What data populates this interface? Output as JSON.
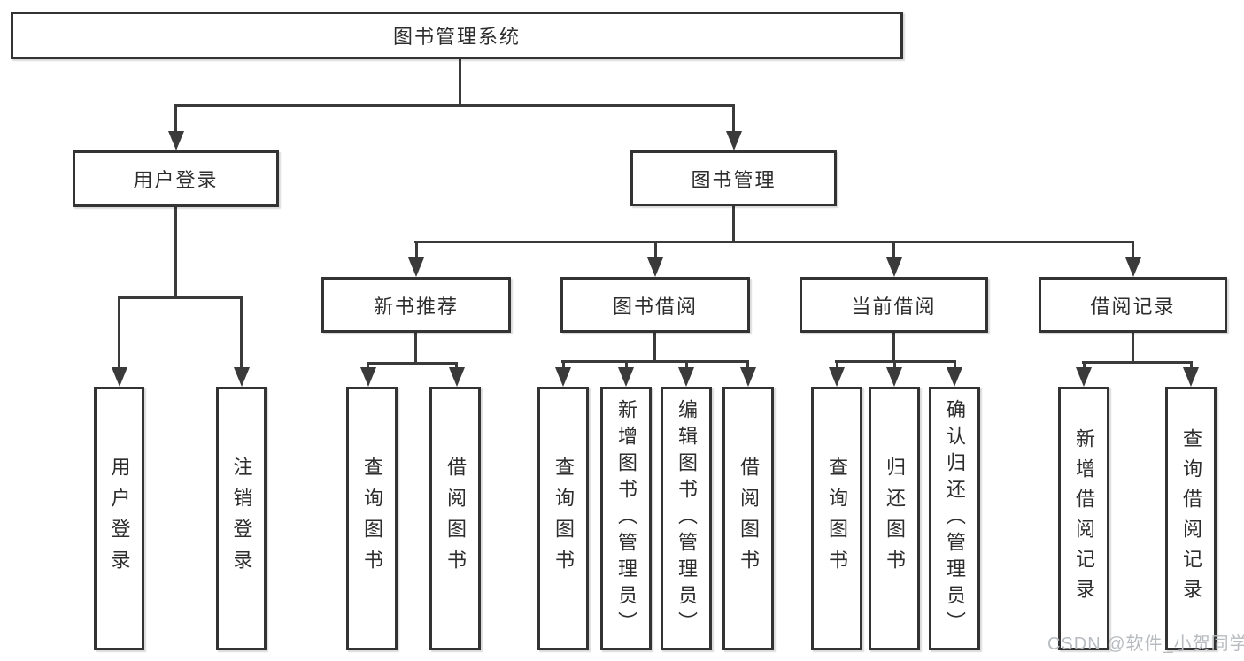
{
  "tree": {
    "label": "图书管理系统",
    "children": [
      {
        "label": "用户登录",
        "children": [
          {
            "label": "用户登录"
          },
          {
            "label": "注销登录"
          }
        ]
      },
      {
        "label": "图书管理",
        "children": [
          {
            "label": "新书推荐",
            "children": [
              {
                "label": "查询图书"
              },
              {
                "label": "借阅图书"
              }
            ]
          },
          {
            "label": "图书借阅",
            "children": [
              {
                "label": "查询图书"
              },
              {
                "label": "新增图书（管理员）"
              },
              {
                "label": "编辑图书（管理员）"
              },
              {
                "label": "借阅图书"
              }
            ]
          },
          {
            "label": "当前借阅",
            "children": [
              {
                "label": "查询图书"
              },
              {
                "label": "归还图书"
              },
              {
                "label": "确认归还（管理员）"
              }
            ]
          },
          {
            "label": "借阅记录",
            "children": [
              {
                "label": "新增借阅记录"
              },
              {
                "label": "查询借阅记录"
              }
            ]
          }
        ]
      }
    ]
  },
  "watermark": {
    "text": "CSDN @软件_小贺同学"
  },
  "colors": {
    "line": "#3a3a3a",
    "box_border": "#333333",
    "text": "#2d2d2d",
    "watermark": "#b8bcc0",
    "background": "#ffffff"
  }
}
